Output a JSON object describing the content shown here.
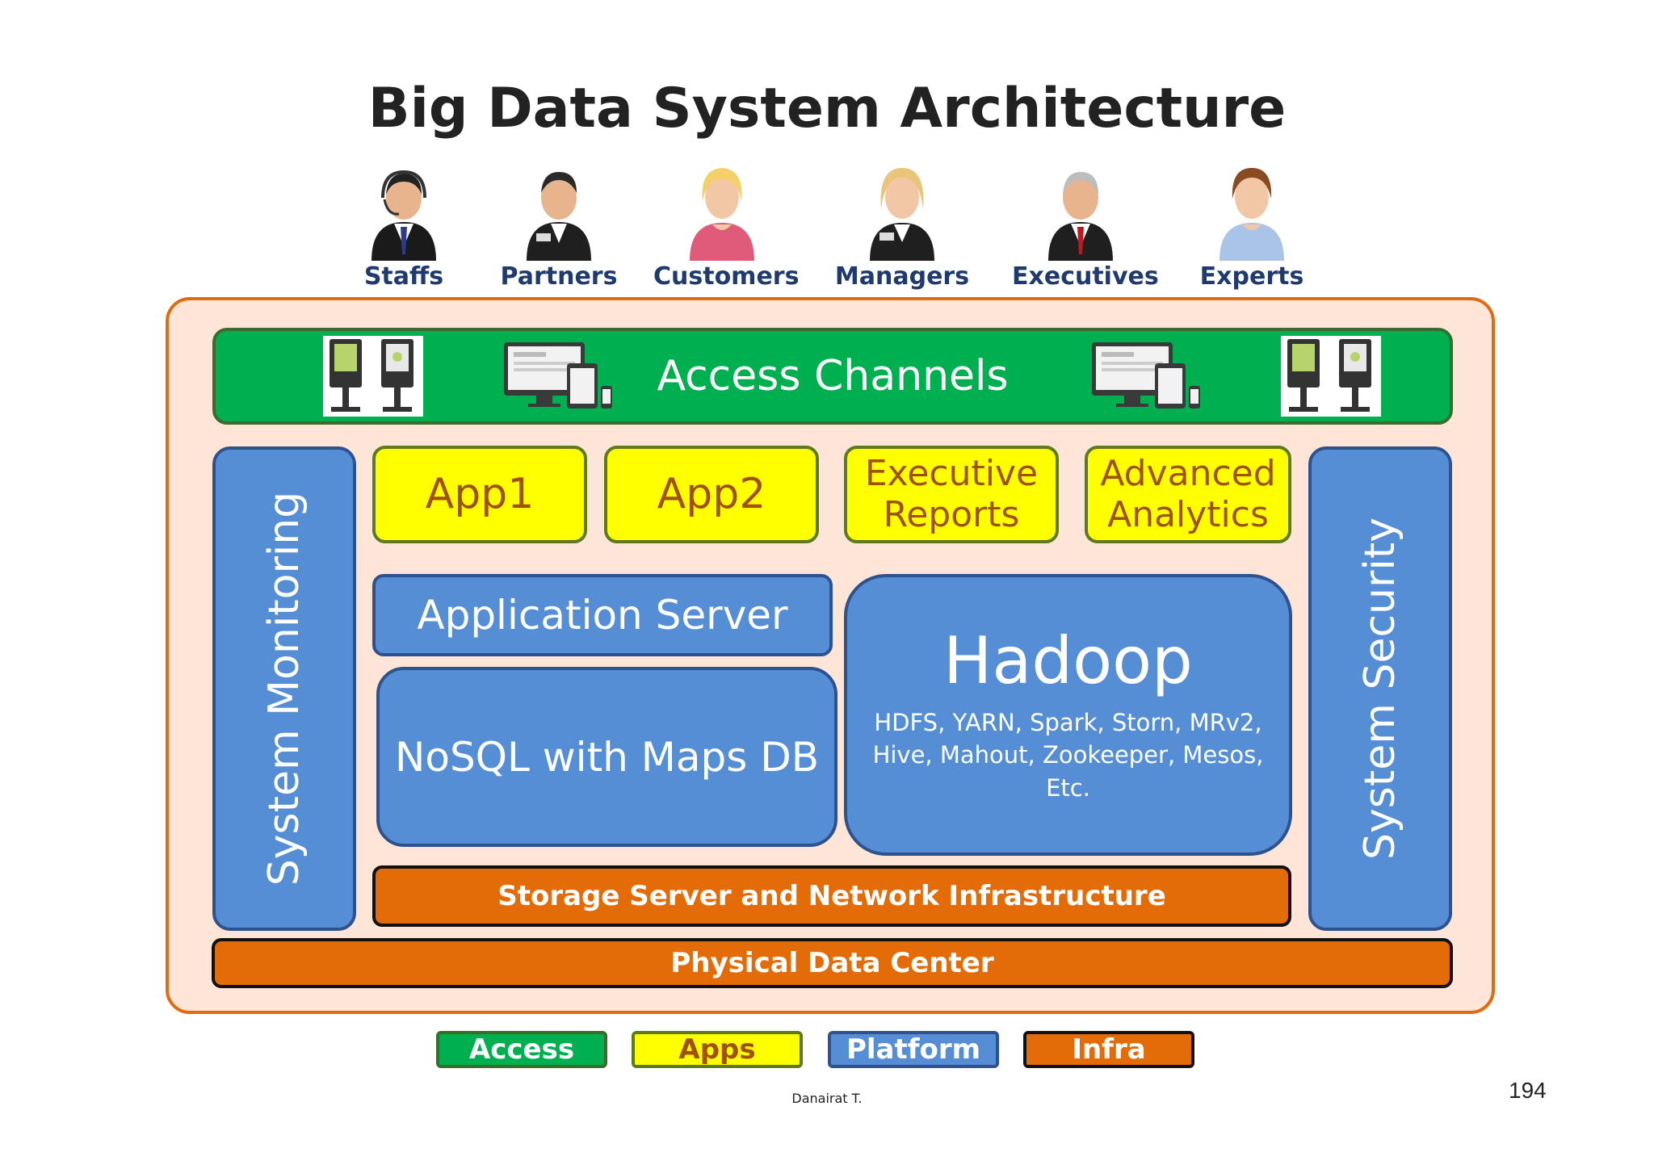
{
  "title": "Big Data System Architecture",
  "users": [
    {
      "label": "Staffs",
      "icon": "support-staff-icon"
    },
    {
      "label": "Partners",
      "icon": "partner-icon"
    },
    {
      "label": "Customers",
      "icon": "customer-icon"
    },
    {
      "label": "Managers",
      "icon": "manager-icon"
    },
    {
      "label": "Executives",
      "icon": "executive-icon"
    },
    {
      "label": "Experts",
      "icon": "expert-icon"
    }
  ],
  "access_channels": {
    "label": "Access Channels",
    "icons": [
      "kiosk-icon",
      "desktop-devices-icon",
      "desktop-devices-icon",
      "kiosk-icon"
    ]
  },
  "system_monitoring": "System Monitoring",
  "system_security": "System Security",
  "apps": [
    "App1",
    "App2",
    "Executive Reports",
    "Advanced Analytics"
  ],
  "application_server": "Application Server",
  "nosql": "NoSQL with Maps DB",
  "hadoop": {
    "title": "Hadoop",
    "components": "HDFS, YARN, Spark, Storn, MRv2, Hive, Mahout, Zookeeper, Mesos, Etc."
  },
  "storage": "Storage Server and Network Infrastructure",
  "data_center": "Physical Data Center",
  "legend": [
    {
      "label": "Access",
      "color": "#00b050",
      "text_color": "#ffffff"
    },
    {
      "label": "Apps",
      "color": "#ffff00",
      "text_color": "#a0520a"
    },
    {
      "label": "Platform",
      "color": "#558ed5",
      "text_color": "#ffffff"
    },
    {
      "label": "Infra",
      "color": "#e36c09",
      "text_color": "#ffffff"
    }
  ],
  "footer": "Danairat T.",
  "page_number": "194"
}
